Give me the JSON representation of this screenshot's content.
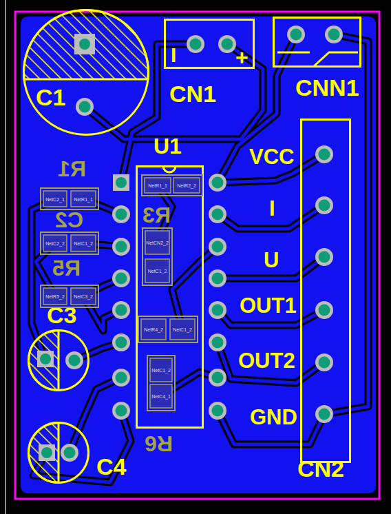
{
  "diagram": {
    "nodes": [
      {
        "text": [
          "C1"
        ]
      },
      {
        "text": [
          "I",
          "+",
          "CN1"
        ]
      },
      {
        "text": [
          "CNN1"
        ]
      },
      {
        "text": [
          "U1"
        ]
      },
      {
        "text": [
          "C3"
        ]
      },
      {
        "text": [
          "C4"
        ]
      },
      {
        "text": [
          "CN2"
        ]
      }
    ],
    "labels": [
      "VCC",
      "I",
      "U",
      "OUT1",
      "OUT2",
      "GND",
      "R1",
      "C2",
      "R5",
      "R3",
      "R6",
      "NetC2_1",
      "NetR1_1",
      "NetC2_2",
      "NetC1_2",
      "NetR5_2",
      "NetC3_2",
      "NetR1_1",
      "NetR2_2",
      "NetCN2_2",
      "NetC1_2",
      "NetR4_2",
      "NetC1_2",
      "NetC1_2",
      "NetC4_1"
    ]
  }
}
